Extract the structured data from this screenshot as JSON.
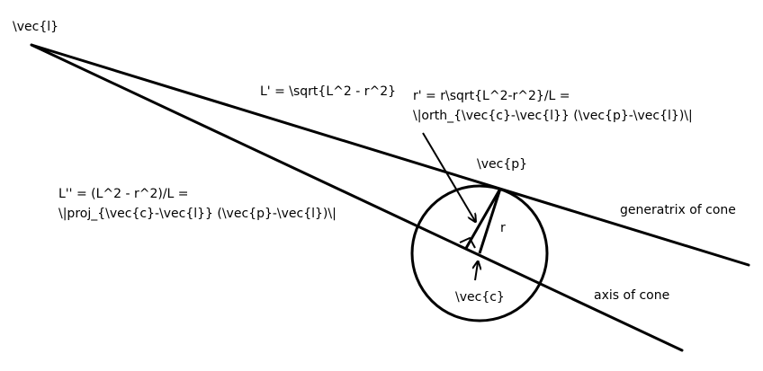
{
  "labels": {
    "point_l": "\\vec{l}",
    "l_prime": "L' = \\sqrt{L^2 - r^2}",
    "r_prime_line1": "r' = r\\sqrt{L^2-r^2}/L =",
    "r_prime_line2": "\\|orth_{\\vec{c}-\\vec{l}} (\\vec{p}-\\vec{l})\\|",
    "point_p": "\\vec{p}",
    "l_double_prime_line1": "L'' = (L^2 - r^2)/L =",
    "l_double_prime_line2": "\\|proj_{\\vec{c}-\\vec{l}} (\\vec{p}-\\vec{l})\\|",
    "radius": "r",
    "point_c": "\\vec{c}",
    "generatrix": "generatrix of cone",
    "axis": "axis of cone"
  },
  "colors": {
    "ink": "#000000",
    "background": "#ffffff"
  }
}
